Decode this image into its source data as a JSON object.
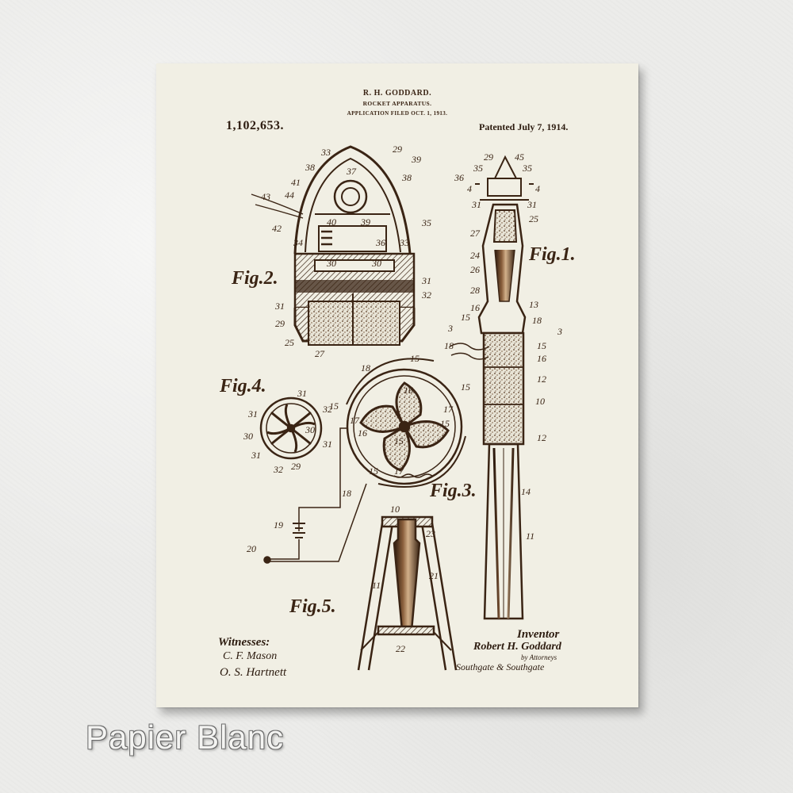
{
  "header": {
    "inventor_line": "R. H. GODDARD.",
    "title_line": "ROCKET APPARATUS.",
    "filed_line": "APPLICATION FILED OCT. 1, 1913."
  },
  "patent_number": "1,102,653.",
  "patent_date": "Patented July 7, 1914.",
  "figures": {
    "fig1": "Fig.1.",
    "fig2": "Fig.2.",
    "fig3": "Fig.3.",
    "fig4": "Fig.4.",
    "fig5": "Fig.5."
  },
  "witnesses": {
    "heading": "Witnesses:",
    "sig1": "C. F. Mason",
    "sig2": "O. S. Hartnett"
  },
  "inventor": {
    "heading": "Inventor",
    "name": "Robert H. Goddard",
    "by_line": "by Attorneys",
    "attorneys": "Southgate & Southgate"
  },
  "caption": "Papier Blanc",
  "colors": {
    "ink": "#3a2414",
    "paper": "#f1efe4",
    "background": "#ececea"
  }
}
